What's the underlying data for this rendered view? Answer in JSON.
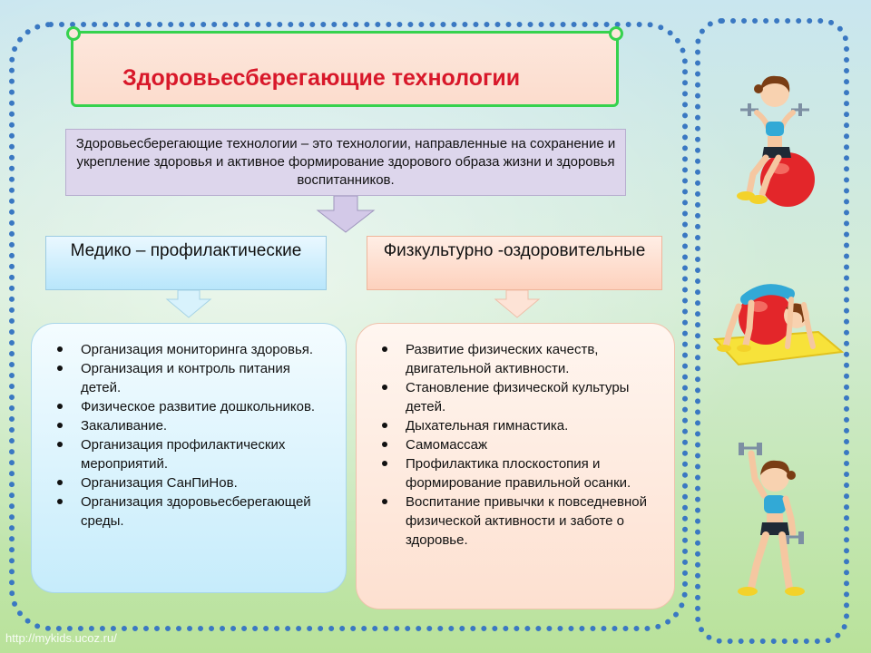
{
  "title": "Здоровьесберегающие технологии",
  "definition": "Здоровьесберегающие технологии – это технологии, направленные на сохранение и укрепление здоровья и активное формирование здорового образа жизни и здоровья  воспитанников.",
  "categories": {
    "left": "Медико – профилактические",
    "right": "Физкультурно -оздоровительные"
  },
  "left_list": [
    "Организация мониторинга здоровья.",
    "Организация и контроль питания детей.",
    "Физическое развитие дошкольников.",
    "Закаливание.",
    "Организация профилактических мероприятий.",
    "Организация СанПиНов.",
    "Организация здоровьесберегающей среды."
  ],
  "right_list": [
    "Развитие физических качеств, двигательной активности.",
    "Становление физической культуры детей.",
    "Дыхательная гимнастика.",
    "Самомассаж",
    "Профилактика плоскостопия и формирование правильной осанки.",
    "Воспитание привычки к повседневной физической активности и заботе о здоровье."
  ],
  "watermark": "http://mykids.ucoz.ru/",
  "colors": {
    "frame": "#3a78c2",
    "title": "#d8182a",
    "scroll_border": "#36d24e",
    "definition_bg": "#ddd6ec",
    "blue_box": "#b8e6fb",
    "peach_box": "#fdd1bd"
  }
}
